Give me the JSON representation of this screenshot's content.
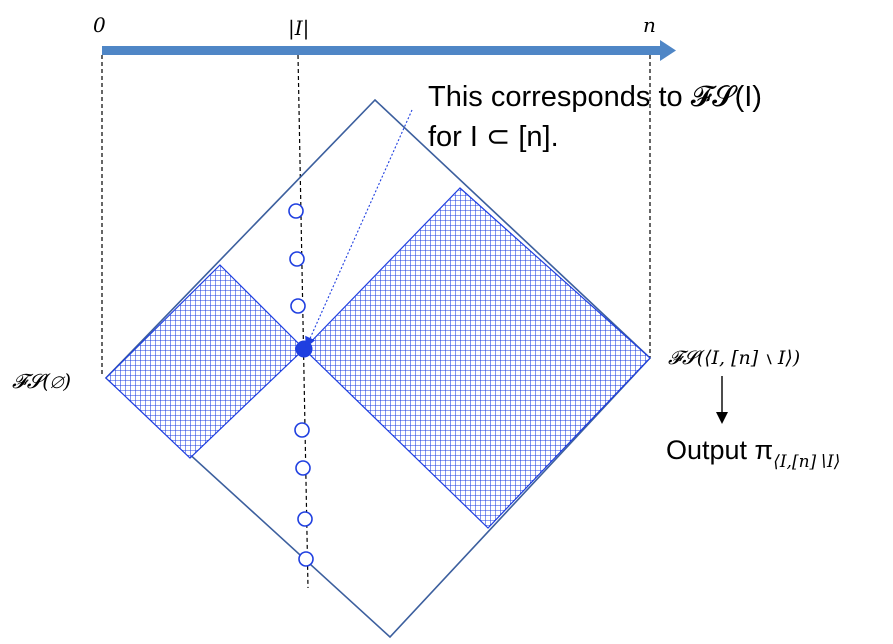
{
  "axis": {
    "start_label": "0",
    "mid_label": "|I|",
    "end_label": "n",
    "arrow_color": "#4F86C6"
  },
  "callout": {
    "line1": "This corresponds to 𝓕𝓢(I)",
    "line2": "for I ⊂ [n]."
  },
  "labels": {
    "left_vertex": "𝓕𝓢(∅)",
    "right_vertex": "𝓕𝓢(⟨I, [n] ∖ I⟩)",
    "output_text": "Output π",
    "output_sub": "⟨I,[n]∖I⟩"
  },
  "colors": {
    "diamond_stroke": "#3C5F9E",
    "hatch": "#1F3FE0",
    "dot": "#1F3FE0"
  }
}
